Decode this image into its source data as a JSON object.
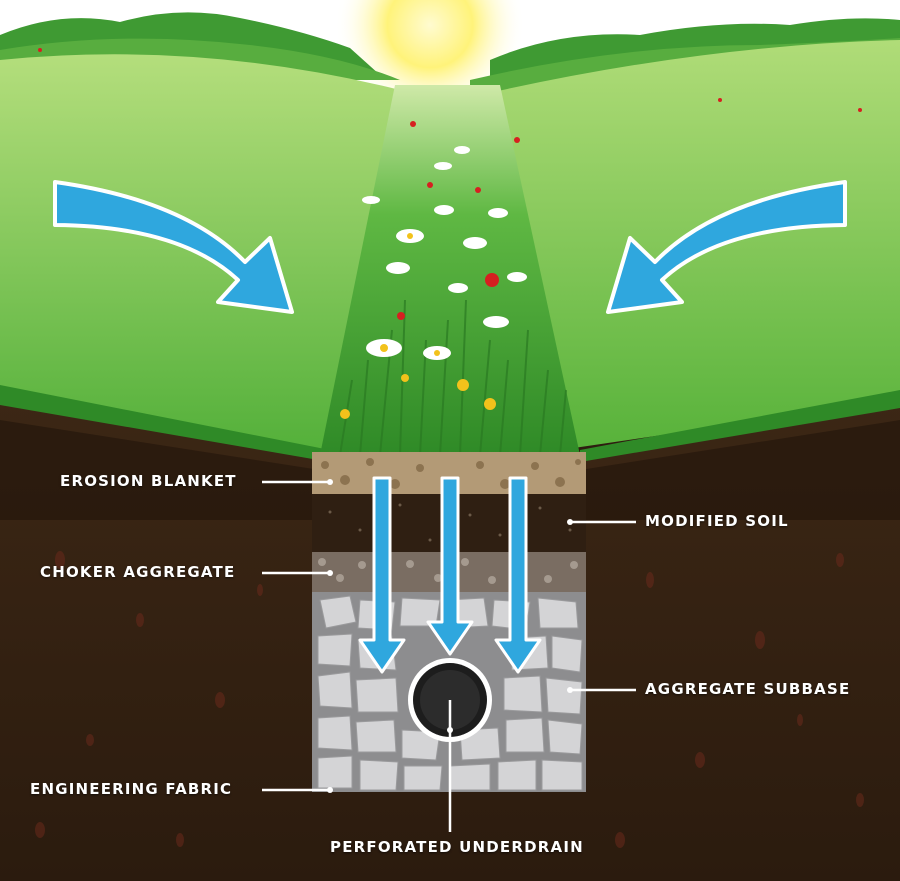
{
  "labels": {
    "erosion_blanket": "EROSION BLANKET",
    "modified_soil": "MODIFIED SOIL",
    "choker_aggregate": "CHOKER AGGREGATE",
    "aggregate_subbase": "AGGREGATE SUBBASE",
    "engineering_fabric": "ENGINEERING FABRIC",
    "perforated_underdrain": "PERFORATED UNDERDRAIN"
  },
  "colors": {
    "sky": "#ffffff",
    "sun": "#fff37a",
    "grass_light": "#9fd36a",
    "grass_dark": "#3e9b2e",
    "soil_dark": "#2e1d10",
    "arrow_blue": "#2fa7de",
    "label_text": "#ffffff"
  },
  "icons": {
    "runoff_arrows": "curved-arrow-icon",
    "infiltration_arrows": "down-arrow-icon",
    "sun": "sun-icon",
    "pipe": "pipe-icon"
  }
}
